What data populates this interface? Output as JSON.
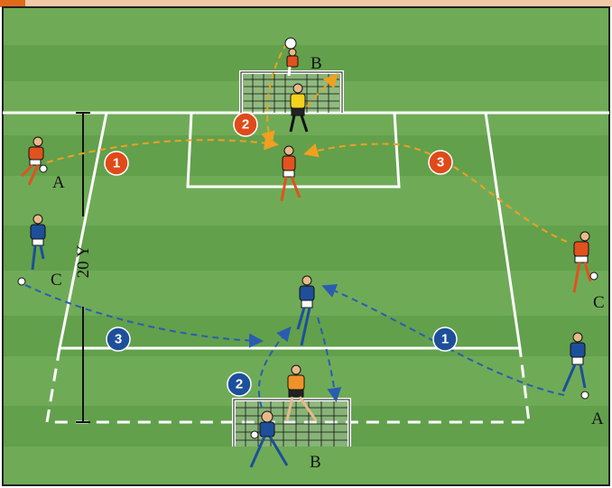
{
  "labels": {
    "top_goal": "B",
    "bottom_goal": "B",
    "left_top": "A",
    "left_mid": "C",
    "right_mid": "C",
    "right_bottom": "A",
    "distance": "20 Y"
  },
  "sequence": {
    "orange": [
      "1",
      "2",
      "3"
    ],
    "blue": [
      "1",
      "2",
      "3"
    ]
  },
  "colors": {
    "pitch_stripe_light": "#6fab57",
    "pitch_stripe_dark": "#5c9a48",
    "team_red": "#e1521f",
    "team_blue": "#1d4f9a",
    "pass_orange": "#f0a020",
    "pass_blue": "#2a5cb0",
    "badge_orange": "#e04a1a",
    "badge_blue": "#1d4f9a",
    "corner_tab": "#e06a1c",
    "header_strip": "#f3c9a6"
  }
}
